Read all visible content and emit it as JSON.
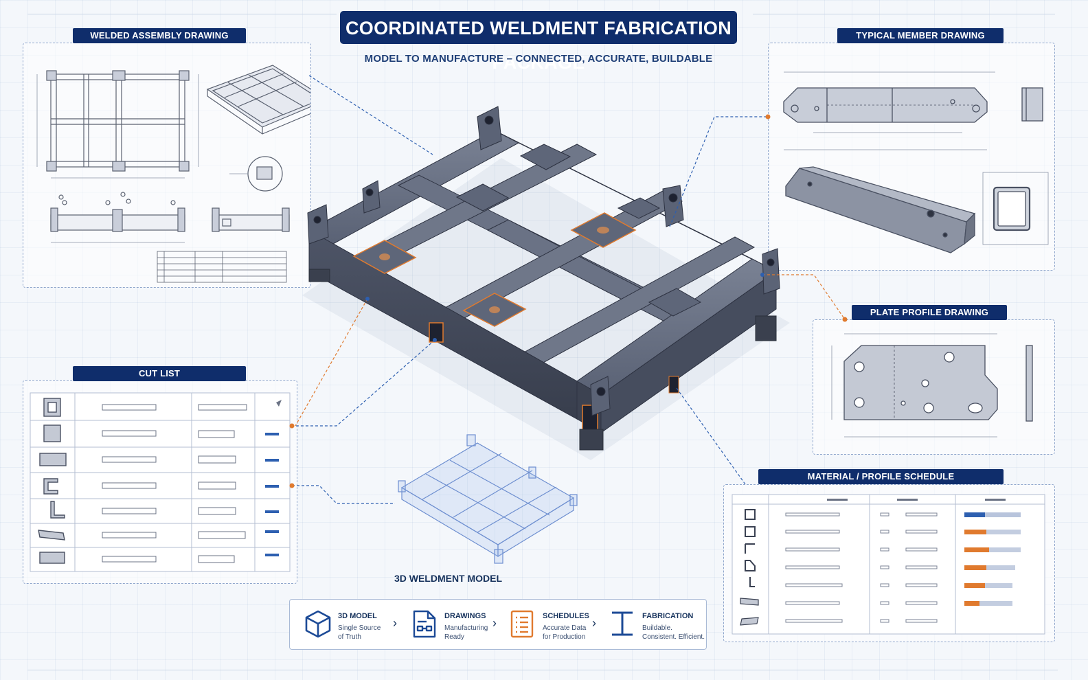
{
  "title": "COORDINATED WELDMENT FABRICATION PACKAGE",
  "subtitle": "MODEL TO MANUFACTURE – CONNECTED, ACCURATE, BUILDABLE",
  "panels": {
    "welded_assembly": "WELDED ASSEMBLY DRAWING",
    "typical_member": "TYPICAL MEMBER DRAWING",
    "plate_profile": "PLATE PROFILE DRAWING",
    "cut_list": "CUT LIST",
    "material_schedule": "MATERIAL / PROFILE SCHEDULE"
  },
  "model_label": "3D WELDMENT MODEL",
  "workflow": [
    {
      "icon": "cube-icon",
      "title": "3D MODEL",
      "desc_1": "Single Source",
      "desc_2": "of Truth"
    },
    {
      "icon": "drawing-document-icon",
      "title": "DRAWINGS",
      "desc_1": "Manufacturing",
      "desc_2": "Ready"
    },
    {
      "icon": "schedule-list-icon",
      "title": "SCHEDULES",
      "desc_1": "Accurate Data",
      "desc_2": "for Production"
    },
    {
      "icon": "i-beam-icon",
      "title": "FABRICATION",
      "desc_1": "Buildable.",
      "desc_2": "Consistent. Efficient."
    }
  ],
  "colors": {
    "navy": "#0f2d6b",
    "steel": "#4c5466",
    "accent_orange": "#e07a2e",
    "leader_blue": "#2d5fb0"
  }
}
